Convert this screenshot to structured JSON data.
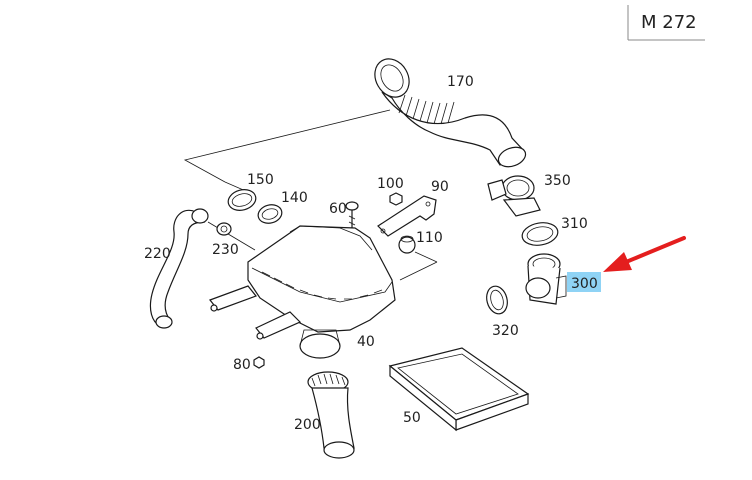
{
  "engine_code": "M 272",
  "callouts": {
    "p170": "170",
    "p150": "150",
    "p140": "140",
    "p100": "100",
    "p90": "90",
    "p60": "60",
    "p110": "110",
    "p350": "350",
    "p310": "310",
    "p300": "300",
    "p320": "320",
    "p220": "220",
    "p230": "230",
    "p80": "80",
    "p40": "40",
    "p50": "50",
    "p200": "200"
  },
  "highlight": {
    "selected_part": "300",
    "highlight_color": "#8fd3f5",
    "arrow_color": "#e41e1e"
  }
}
